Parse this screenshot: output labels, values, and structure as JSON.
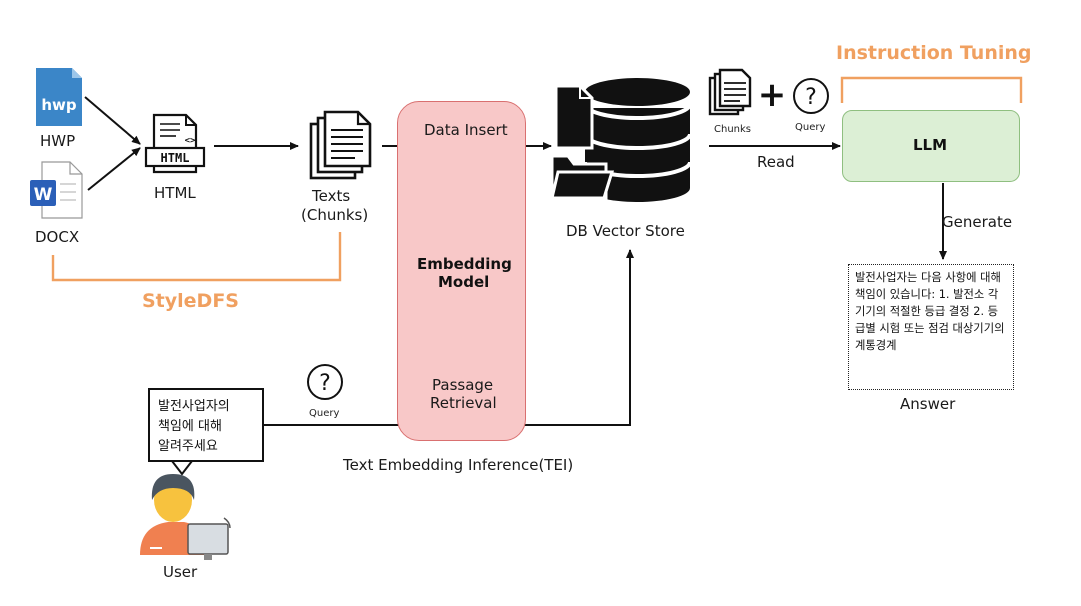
{
  "colors": {
    "orange": "#f0a060",
    "embedding_fill": "#f8c8c8",
    "embedding_border": "#d97070",
    "llm_fill": "#dcefd5",
    "llm_border": "#8fbf80",
    "hwp_blue": "#3b86c8",
    "word_blue": "#2b5fb8",
    "user_orange": "#f08050",
    "user_face": "#f7c23e"
  },
  "sources": {
    "hwp_label": "HWP",
    "hwp_icon_text": "hwp",
    "docx_label": "DOCX",
    "docx_icon_text": "W",
    "html_label": "HTML",
    "html_icon_text": "HTML",
    "html_icon_tag": "<>"
  },
  "texts": {
    "label_line1": "Texts",
    "label_line2": "(Chunks)"
  },
  "styledfs_label": "StyleDFS",
  "embedding": {
    "data_insert": "Data Insert",
    "title_line1": "Embedding",
    "title_line2": "Model",
    "passage_line1": "Passage",
    "passage_line2": "Retrieval",
    "caption": "Text Embedding Inference(TEI)"
  },
  "vector_store_label": "DB Vector Store",
  "instruction_tuning_label": "Instruction Tuning",
  "chunks_label": "Chunks",
  "query_label_top": "Query",
  "query_label_bottom": "Query",
  "plus_sign": "+",
  "question_mark": "?",
  "read_label": "Read",
  "llm_label": "LLM",
  "generate_label": "Generate",
  "answer": {
    "text": "발전사업자는 다음 사항에 대해 책임이 있습니다: 1. 발전소 각 기기의 적절한 등급 결정 2. 등급별 시험 또는 점검 대상기기의 계통경계",
    "label": "Answer"
  },
  "user": {
    "question_line1": "발전사업자의",
    "question_line2": "책임에 대해",
    "question_line3": "알려주세요",
    "label": "User"
  }
}
